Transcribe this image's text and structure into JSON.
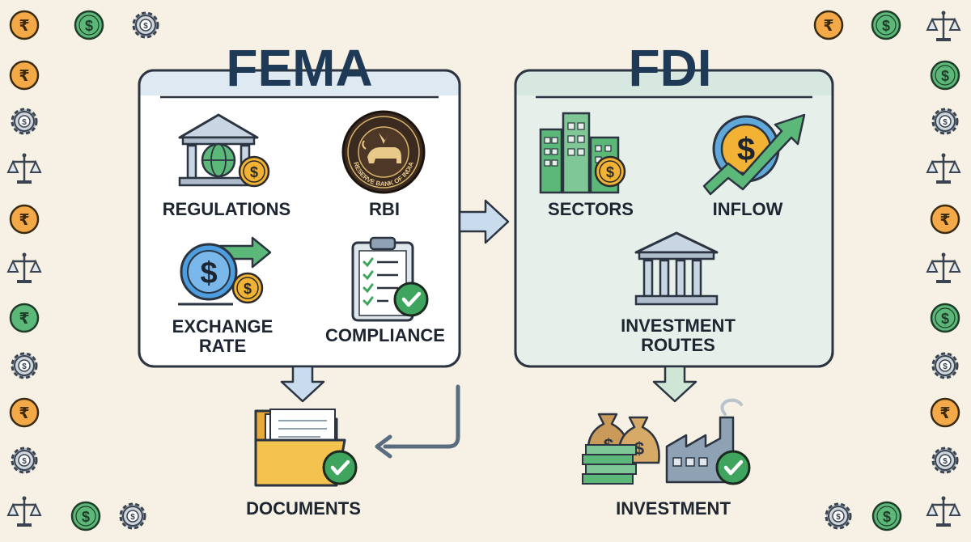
{
  "fema": {
    "title": "FEMA",
    "items": [
      {
        "label": "REGULATIONS",
        "icon": "bank-globe-icon"
      },
      {
        "label": "RBI",
        "icon": "rbi-seal-icon"
      },
      {
        "label_line1": "EXCHANGE",
        "label_line2": "RATE",
        "icon": "exchange-coins-icon"
      },
      {
        "label": "COMPLIANCE",
        "icon": "clipboard-check-icon"
      }
    ]
  },
  "fdi": {
    "title": "FDI",
    "items": [
      {
        "label": "SECTORS",
        "icon": "buildings-icon"
      },
      {
        "label": "INFLOW",
        "icon": "growth-arrow-icon"
      },
      {
        "label_line1": "INVESTMENT",
        "label_line2": "ROUTES",
        "icon": "institution-icon"
      }
    ]
  },
  "outputs": {
    "documents": {
      "label": "DOCUMENTS",
      "icon": "folder-check-icon"
    },
    "investment": {
      "label": "INVESTMENT",
      "icon": "money-factory-icon"
    }
  },
  "seal_text": "RESERVE BANK OF INDIA",
  "colors": {
    "background": "#f6f1e4",
    "fema_panel": "#ffffff",
    "fdi_panel": "#e6efea",
    "header_fema": "#dfe9f2",
    "header_fdi": "#d6e8e0",
    "title": "#1f3a56",
    "arrow_blue": "#c9dcee",
    "arrow_green": "#cfe6d6",
    "coin_gold": "#f2b233",
    "coin_green": "#5cb878",
    "check_green": "#3fa45d"
  },
  "border_icons": [
    "rupee-coin-icon",
    "dollar-coin-icon",
    "gear-dollar-icon",
    "scales-icon"
  ]
}
